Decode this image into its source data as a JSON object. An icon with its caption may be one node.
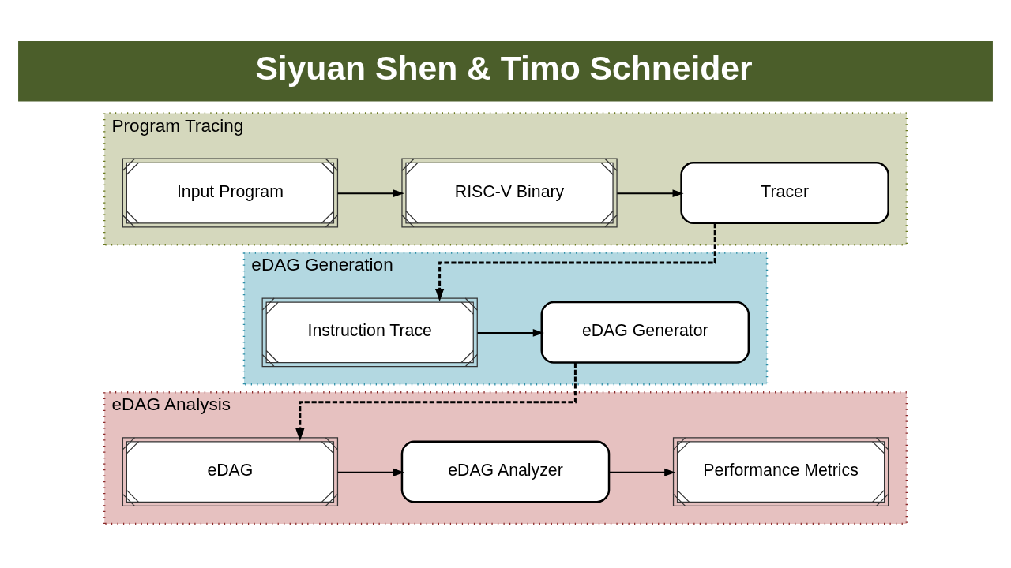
{
  "diagram": {
    "title": "Siyuan Shen & Timo Schneider",
    "nodes": [
      {
        "text": [
          "Program Tracing"
        ]
      },
      {
        "text": [
          "Input Program"
        ],
        "in": 0
      },
      {
        "text": [
          "RISC-V Binary"
        ],
        "in": 0
      },
      {
        "text": [
          "Tracer"
        ],
        "in": 0
      },
      {
        "text": [
          "eDAG Generation"
        ]
      },
      {
        "text": [
          "Instruction Trace"
        ],
        "in": 4
      },
      {
        "text": [
          "eDAG Generator"
        ],
        "in": 4
      },
      {
        "text": [
          "eDAG Analysis"
        ]
      },
      {
        "text": [
          "eDAG"
        ],
        "in": 7
      },
      {
        "text": [
          "eDAG Analyzer"
        ],
        "in": 7
      },
      {
        "text": [
          "Performance Metrics"
        ],
        "in": 7
      }
    ],
    "edges": [
      {
        "from": 1,
        "to": 2,
        "arrow": "to"
      },
      {
        "from": 2,
        "to": 3,
        "arrow": "to"
      },
      {
        "from": 3,
        "to": 5,
        "arrow": "to",
        "style": "dashed"
      },
      {
        "from": 5,
        "to": 6,
        "arrow": "to"
      },
      {
        "from": 6,
        "to": 8,
        "arrow": "to",
        "style": "dashed"
      },
      {
        "from": 8,
        "to": 9,
        "arrow": "to"
      },
      {
        "from": 9,
        "to": 10,
        "arrow": "to"
      }
    ]
  }
}
